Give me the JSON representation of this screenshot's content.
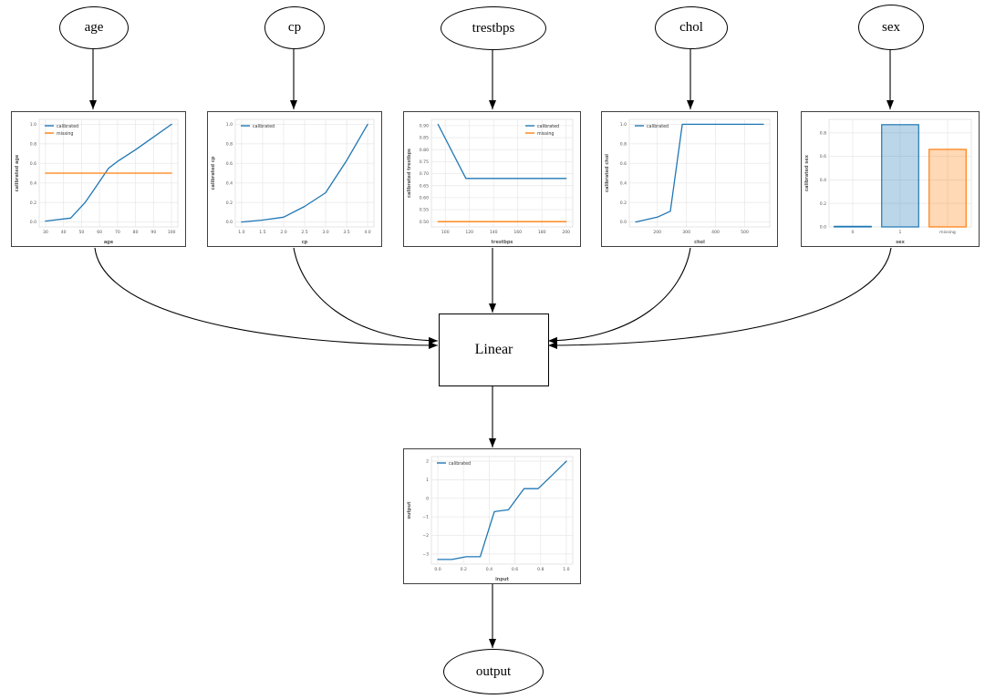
{
  "nodes": {
    "age": {
      "label": "age"
    },
    "cp": {
      "label": "cp"
    },
    "trestbps": {
      "label": "trestbps"
    },
    "chol": {
      "label": "chol"
    },
    "sex": {
      "label": "sex"
    },
    "linear": {
      "label": "Linear"
    },
    "output": {
      "label": "output"
    }
  },
  "colors": {
    "calibrated": "#1f77b4",
    "missing": "#ff7f0e",
    "edge": "#000000",
    "grid": "#e9e9e9",
    "tick_text": "#555555"
  },
  "chart_data": [
    {
      "id": "age",
      "type": "line",
      "xlabel": "age",
      "ylabel": "calibrated age",
      "xlim": [
        26.5,
        103.5
      ],
      "ylim": [
        -0.05,
        1.05
      ],
      "xticks": [
        30,
        40,
        50,
        60,
        70,
        80,
        90,
        100
      ],
      "xtick_labels": [
        "30",
        "40",
        "50",
        "60",
        "70",
        "80",
        "90",
        "100"
      ],
      "yticks": [
        0.0,
        0.2,
        0.4,
        0.6,
        0.8,
        1.0
      ],
      "ytick_labels": [
        "0.0",
        "0.2",
        "0.4",
        "0.6",
        "0.8",
        "1.0"
      ],
      "legend": "top-left",
      "grid": true,
      "series": [
        {
          "name": "calibrated",
          "color": "#1f77b4",
          "x": [
            30,
            44,
            52,
            58,
            65,
            70,
            80,
            90,
            100
          ],
          "y": [
            0.01,
            0.04,
            0.2,
            0.36,
            0.55,
            0.62,
            0.74,
            0.87,
            1.0
          ]
        },
        {
          "name": "missing",
          "color": "#ff7f0e",
          "x": [
            30,
            100
          ],
          "y": [
            0.5,
            0.5
          ]
        }
      ]
    },
    {
      "id": "cp",
      "type": "line",
      "xlabel": "cp",
      "ylabel": "calibrated cp",
      "xlim": [
        0.85,
        4.15
      ],
      "ylim": [
        -0.05,
        1.05
      ],
      "xticks": [
        1.0,
        1.5,
        2.0,
        2.5,
        3.0,
        3.5,
        4.0
      ],
      "xtick_labels": [
        "1.0",
        "1.5",
        "2.0",
        "2.5",
        "3.0",
        "3.5",
        "4.0"
      ],
      "yticks": [
        0.0,
        0.2,
        0.4,
        0.6,
        0.8,
        1.0
      ],
      "ytick_labels": [
        "0.0",
        "0.2",
        "0.4",
        "0.6",
        "0.8",
        "1.0"
      ],
      "legend": "top-left",
      "grid": true,
      "series": [
        {
          "name": "calibrated",
          "color": "#1f77b4",
          "x": [
            1.0,
            1.5,
            2.0,
            2.5,
            3.0,
            3.5,
            4.0
          ],
          "y": [
            0.0,
            0.02,
            0.05,
            0.16,
            0.3,
            0.63,
            1.0
          ]
        }
      ]
    },
    {
      "id": "trestbps",
      "type": "line",
      "xlabel": "trestbps",
      "ylabel": "calibrated trestbps",
      "xlim": [
        88.5,
        205.5
      ],
      "ylim": [
        0.478,
        0.926
      ],
      "xticks": [
        100,
        120,
        140,
        160,
        180,
        200
      ],
      "xtick_labels": [
        "100",
        "120",
        "140",
        "160",
        "180",
        "200"
      ],
      "yticks": [
        0.5,
        0.55,
        0.6,
        0.65,
        0.7,
        0.75,
        0.8,
        0.85,
        0.9
      ],
      "ytick_labels": [
        "0.50",
        "0.55",
        "0.60",
        "0.65",
        "0.70",
        "0.75",
        "0.80",
        "0.85",
        "0.90"
      ],
      "legend": "top-right",
      "grid": true,
      "series": [
        {
          "name": "calibrated",
          "color": "#1f77b4",
          "x": [
            94,
            117,
            200
          ],
          "y": [
            0.905,
            0.68,
            0.68
          ]
        },
        {
          "name": "missing",
          "color": "#ff7f0e",
          "x": [
            94,
            200
          ],
          "y": [
            0.5,
            0.5
          ]
        }
      ]
    },
    {
      "id": "chol",
      "type": "line",
      "xlabel": "chol",
      "ylabel": "calibrated chol",
      "xlim": [
        104,
        586
      ],
      "ylim": [
        -0.05,
        1.05
      ],
      "xticks": [
        200,
        300,
        400,
        500
      ],
      "xtick_labels": [
        "200",
        "300",
        "400",
        "500"
      ],
      "yticks": [
        0.0,
        0.2,
        0.4,
        0.6,
        0.8,
        1.0
      ],
      "ytick_labels": [
        "0.0",
        "0.2",
        "0.4",
        "0.6",
        "0.8",
        "1.0"
      ],
      "legend": "top-left",
      "grid": true,
      "series": [
        {
          "name": "calibrated",
          "color": "#1f77b4",
          "x": [
            126,
            200,
            245,
            286,
            564
          ],
          "y": [
            0.0,
            0.05,
            0.11,
            1.0,
            1.0
          ]
        }
      ]
    },
    {
      "id": "sex",
      "type": "bar",
      "xlabel": "sex",
      "ylabel": "calibrated sex",
      "categories": [
        "0",
        "1",
        "missing"
      ],
      "values": [
        0.005,
        0.87,
        0.66
      ],
      "bar_colors": [
        "#1f77b4",
        "#1f77b4",
        "#ff7f0e"
      ],
      "ylim": [
        0,
        0.915
      ],
      "yticks": [
        0.0,
        0.2,
        0.4,
        0.6,
        0.8
      ],
      "ytick_labels": [
        "0.0",
        "0.2",
        "0.4",
        "0.6",
        "0.8"
      ],
      "grid": true
    },
    {
      "id": "output",
      "type": "line",
      "xlabel": "input",
      "ylabel": "output",
      "xlim": [
        -0.05,
        1.05
      ],
      "ylim": [
        -3.55,
        2.25
      ],
      "xticks": [
        0.0,
        0.2,
        0.4,
        0.6,
        0.8,
        1.0
      ],
      "xtick_labels": [
        "0.0",
        "0.2",
        "0.4",
        "0.6",
        "0.8",
        "1.0"
      ],
      "yticks": [
        -3,
        -2,
        -1,
        0,
        1,
        2
      ],
      "ytick_labels": [
        "−3",
        "−2",
        "−1",
        "0",
        "1",
        "2"
      ],
      "legend": "top-left",
      "grid": true,
      "series": [
        {
          "name": "calibrated",
          "color": "#1f77b4",
          "x": [
            0.0,
            0.11,
            0.22,
            0.33,
            0.44,
            0.55,
            0.67,
            0.78,
            0.89,
            1.0
          ],
          "y": [
            -3.3,
            -3.3,
            -3.15,
            -3.15,
            -0.72,
            -0.62,
            0.52,
            0.52,
            1.25,
            2.0
          ]
        }
      ]
    }
  ]
}
